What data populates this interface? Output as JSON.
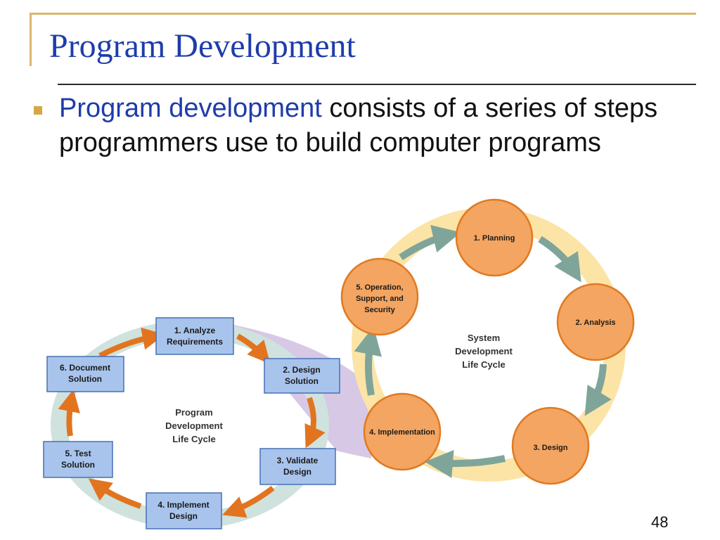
{
  "slide": {
    "title": "Program Development",
    "bullet": {
      "term": "Program development",
      "rest": " consists of a series of steps programmers use to build computer programs"
    },
    "page_number": "48"
  },
  "diagram": {
    "pdlc": {
      "center": [
        "Program",
        "Development",
        "Life Cycle"
      ],
      "steps": [
        [
          "1. Analyze",
          "Requirements"
        ],
        [
          "2. Design",
          "Solution"
        ],
        [
          "3. Validate",
          "Design"
        ],
        [
          "4. Implement",
          "Design"
        ],
        [
          "5. Test",
          "Solution"
        ],
        [
          "6. Document",
          "Solution"
        ]
      ]
    },
    "sdlc": {
      "center": [
        "System",
        "Development",
        "Life Cycle"
      ],
      "phases": [
        [
          "1. Planning"
        ],
        [
          "2. Analysis"
        ],
        [
          "3. Design"
        ],
        [
          "4. Implementation"
        ],
        [
          "5. Operation,",
          "Support, and",
          "Security"
        ]
      ]
    }
  },
  "colors": {
    "title_blue": "#1e3caa",
    "accent_gold": "#d9b86b",
    "box_fill": "#a8c4ec",
    "box_stroke": "#4670b4",
    "circle_fill": "#f3a561",
    "circle_stroke": "#e07a22",
    "pdlc_ring": "#cfe2de",
    "sdlc_ring": "#fbe4a6",
    "connector": "#c9b5de"
  }
}
